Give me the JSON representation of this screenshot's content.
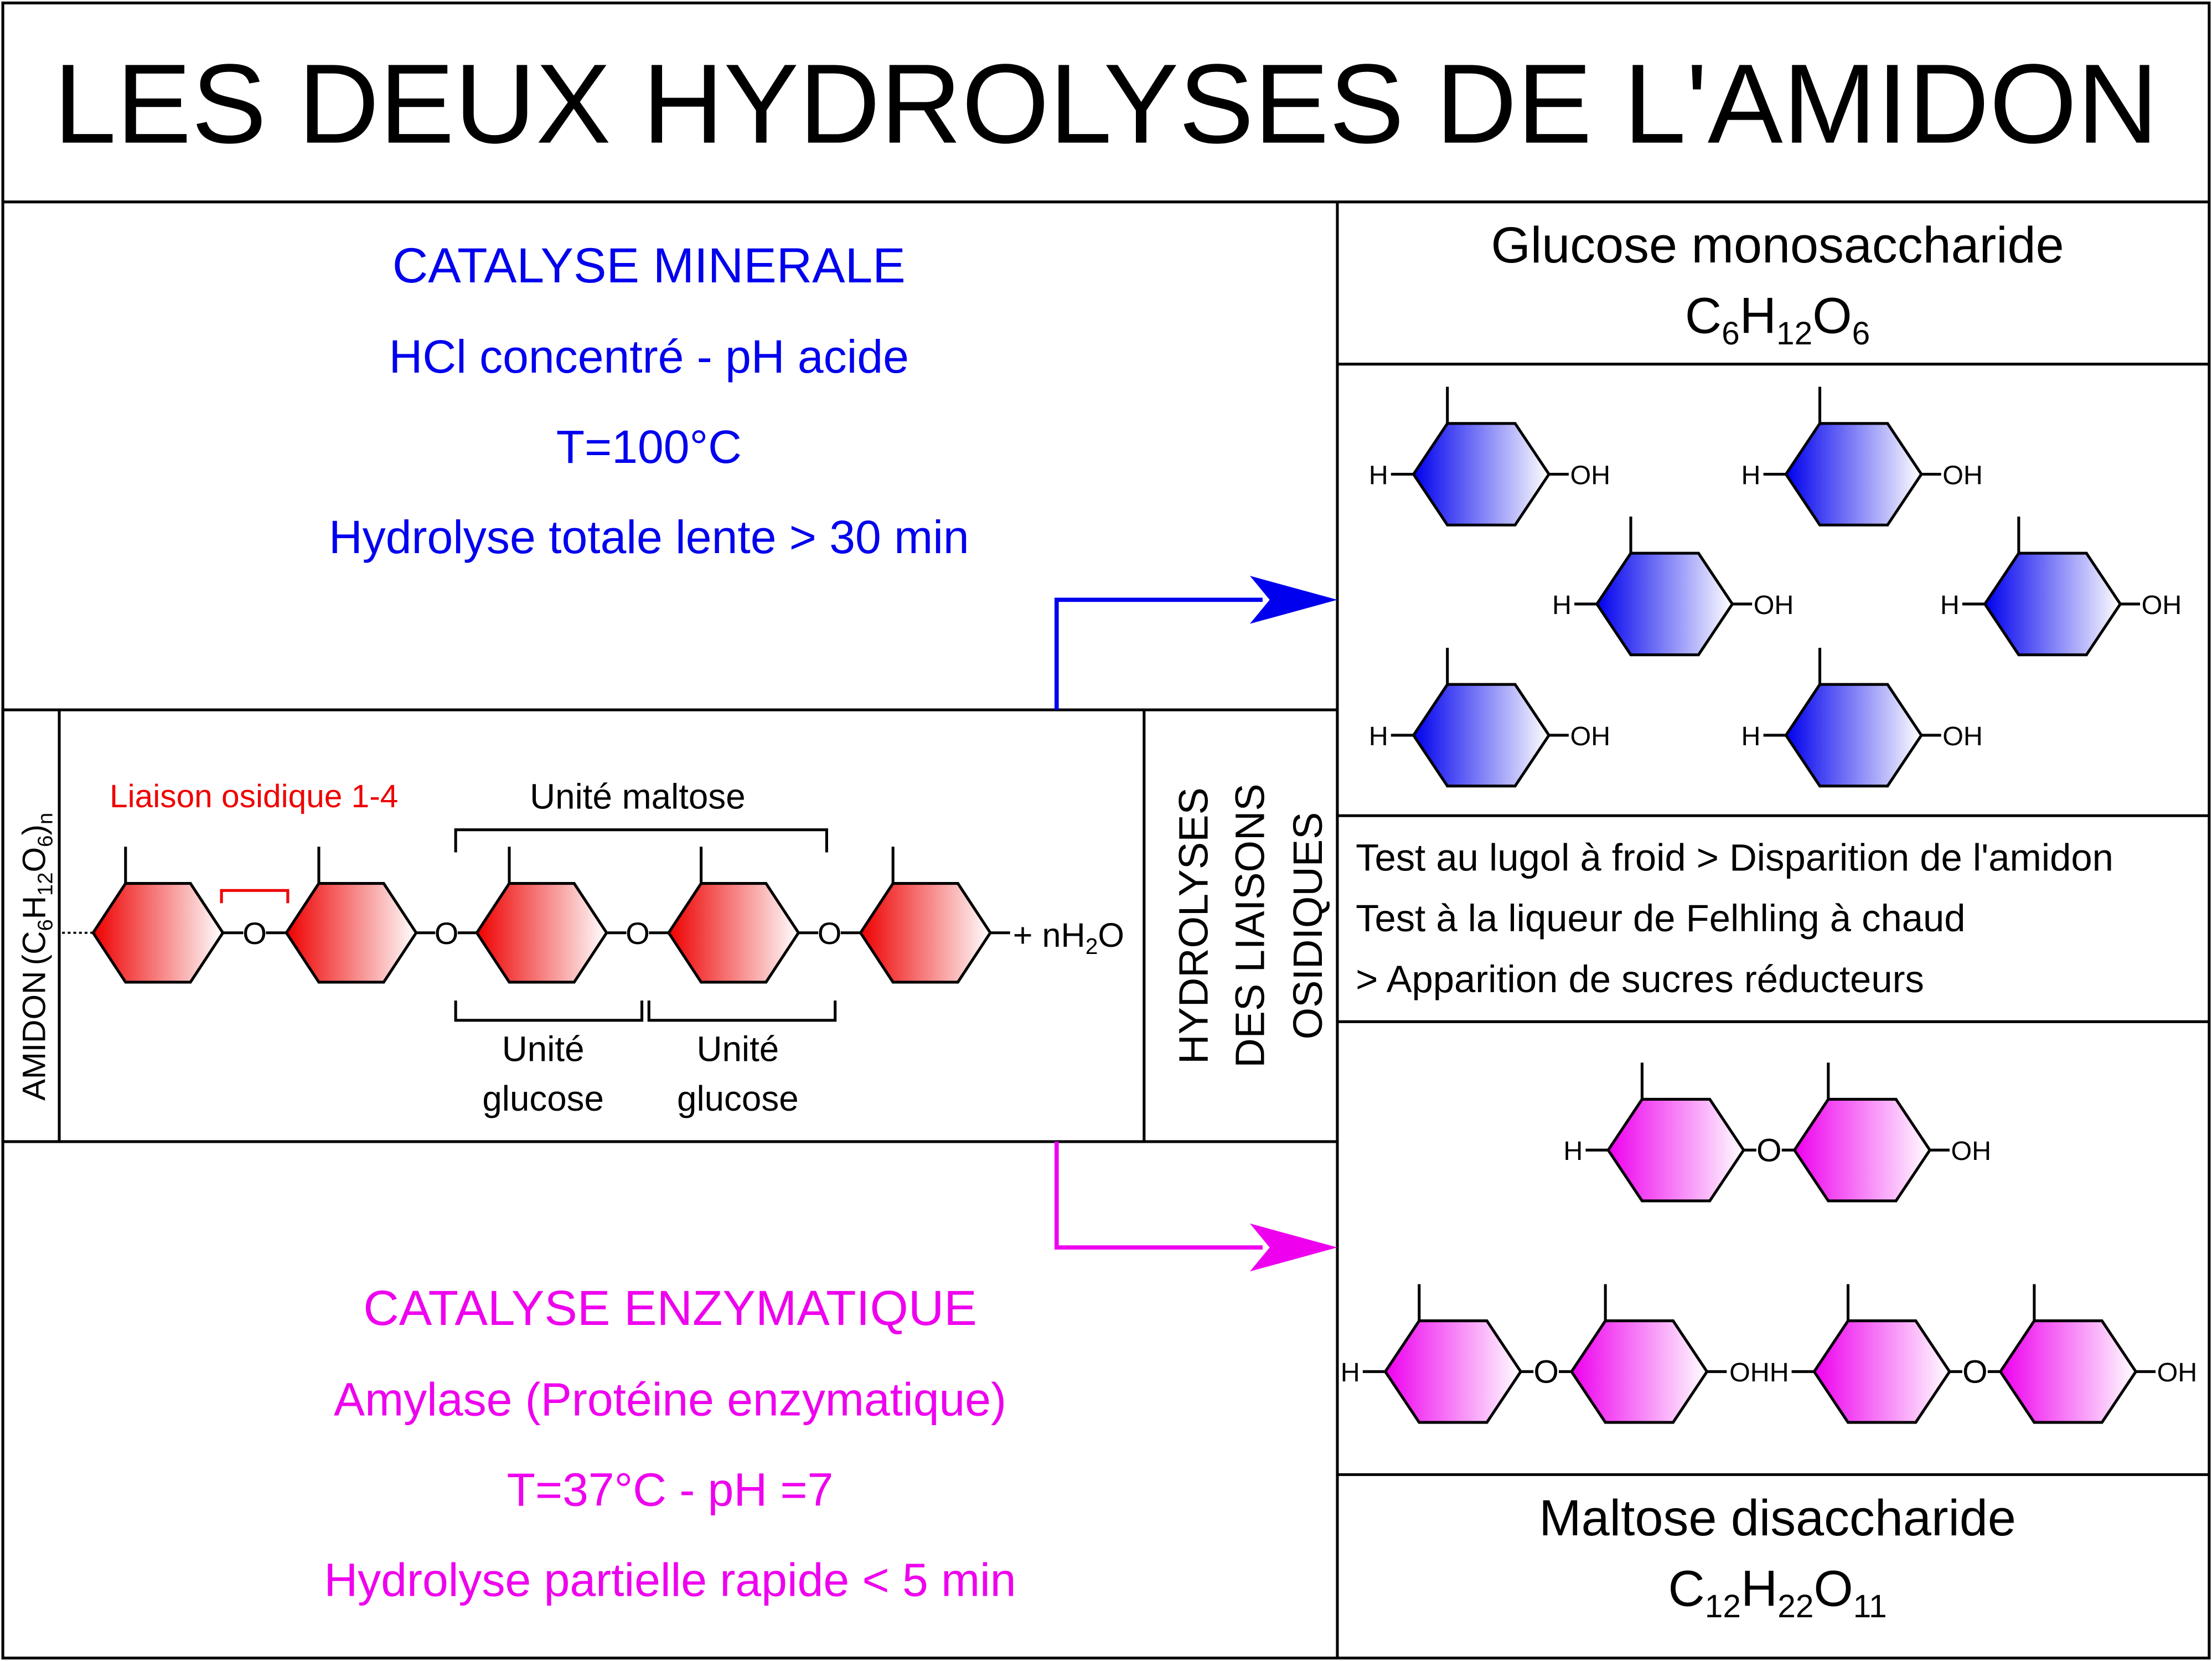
{
  "title": "LES DEUX HYDROLYSES DE L'AMIDON",
  "colors": {
    "mineral": "#0000ee",
    "enzymatic": "#ee00ee",
    "starch": "#ee0000",
    "text": "#000000"
  },
  "mineral": {
    "l1": "CATALYSE MINERALE",
    "l2": "HCl concentré - pH acide",
    "l3": "T=100°C",
    "l4": "Hydrolyse totale lente > 30 min"
  },
  "enzymatic": {
    "l1": "CATALYSE ENZYMATIQUE",
    "l2": "Amylase (Protéine enzymatique)",
    "l3": "T=37°C - pH =7",
    "l4": "Hydrolyse partielle rapide < 5 min"
  },
  "starch": {
    "side_label": "AMIDON",
    "formula": {
      "open": "(C",
      "a": "6",
      "h": "H",
      "b": "12",
      "o": "O",
      "c": "6",
      "close": ")",
      "n": "n"
    },
    "bond_label": "Liaison osidique 1-4",
    "maltose_unit": "Unité maltose",
    "glucose_unit_1": {
      "l1": "Unité",
      "l2": "glucose"
    },
    "glucose_unit_2": {
      "l1": "Unité",
      "l2": "glucose"
    },
    "oxygen": "O",
    "water": {
      "pre": "+ nH",
      "sub": "2",
      "post": "O"
    }
  },
  "hydrolysis_label": {
    "l1": "HYDROLYSES",
    "l2": "DES LIAISONS",
    "l3": "OSIDIQUES"
  },
  "glucose": {
    "name": "Glucose monosaccharide",
    "formula": {
      "c": "C",
      "c_n": "6",
      "h": "H",
      "h_n": "12",
      "o": "O",
      "o_n": "6"
    },
    "h_label": "H",
    "oh_label": "OH"
  },
  "tests": {
    "l1": "Test au lugol à froid > Disparition de l'amidon",
    "l2": "Test à la liqueur de Felhling à chaud",
    "l3": "> Apparition de sucres réducteurs"
  },
  "maltose": {
    "name": "Maltose disaccharide",
    "formula": {
      "c": "C",
      "c_n": "12",
      "h": "H",
      "h_n": "22",
      "o": "O",
      "o_n": "11"
    },
    "h_label": "H",
    "oh_label": "OH",
    "ohh_label": "OHH",
    "oxygen": "O"
  }
}
